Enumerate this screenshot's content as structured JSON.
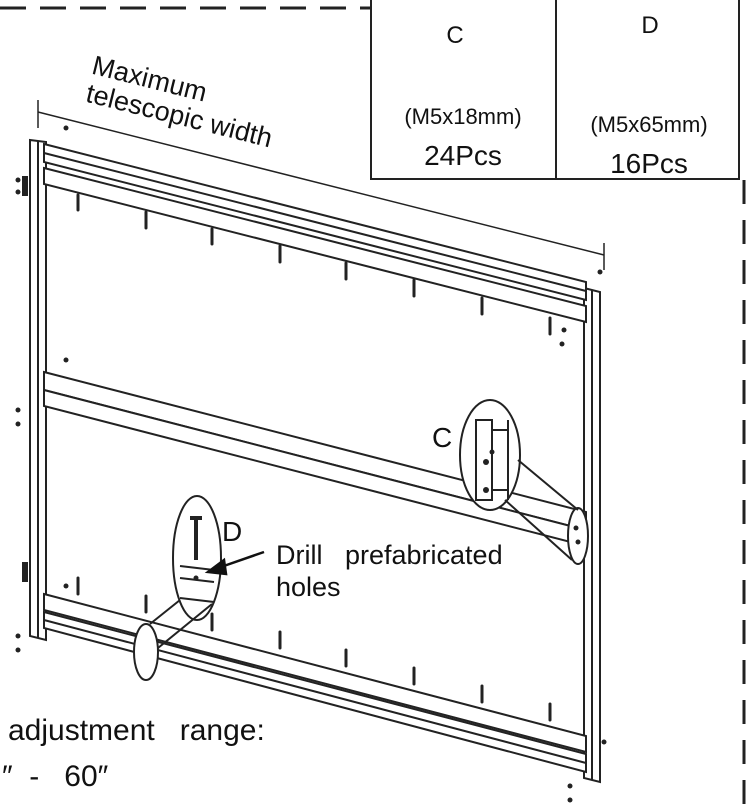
{
  "parts": [
    {
      "letter": "C",
      "size": "(M5x18mm)",
      "qty": "24Pcs",
      "icon": "short-screw-icon"
    },
    {
      "letter": "D",
      "size": "(M5x65mm)",
      "qty": "16Pcs",
      "icon": "long-screw-icon"
    }
  ],
  "labels": {
    "width_line1": "Maximum",
    "width_line2": "telescopic width",
    "callout_c": "C",
    "callout_d": "D",
    "drill_line1": "Drill   prefabricated",
    "drill_line2": "holes",
    "range_line1": "adjustment   range:",
    "range_line2": "″  -   60″",
    "range_line3": ""
  },
  "colors": {
    "line": "#222222",
    "text": "#111111"
  }
}
